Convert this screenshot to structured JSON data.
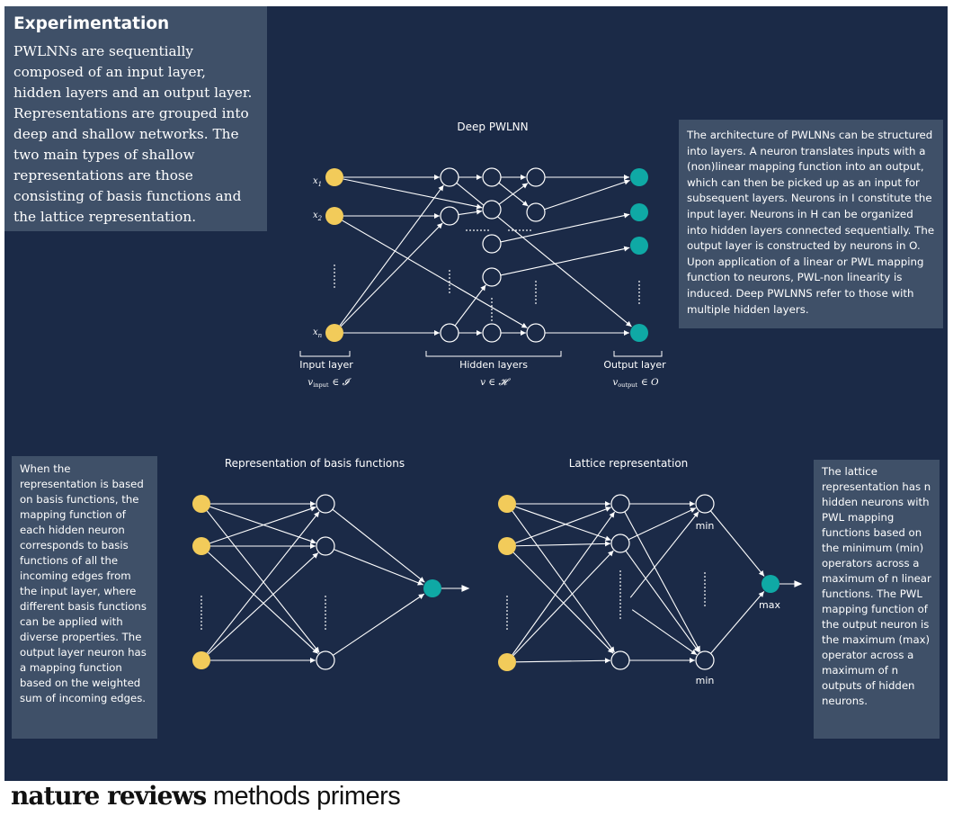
{
  "experimentation": {
    "title": "Experimentation",
    "body": "PWLNNs are sequentially composed of an input layer, hidden layers and an output layer. Representations are grouped into deep and shallow networks. The two main types of shallow representations are those consisting of basis functions and the lattice representation."
  },
  "deep": {
    "title": "Deep PWLNN",
    "inputs": [
      "x",
      "x",
      "x"
    ],
    "input_subs": [
      "1",
      "2",
      "n"
    ],
    "input_layer_label": "Input layer",
    "input_formula": "v",
    "input_formula_sub": "input",
    "input_formula_rest": "∈  𝓘",
    "hidden_layer_label": "Hidden layers",
    "hidden_formula": "v  ∈  𝓗",
    "output_layer_label": "Output layer",
    "output_formula": "v",
    "output_formula_sub": "output",
    "output_formula_rest": "∈  O"
  },
  "arch_text": "The architecture of PWLNNs can be structured into layers. A neuron translates inputs with a (non)linear mapping function into an output, which can then be picked up as an input for subsequent layers. Neurons in I constitute the input layer. Neurons in H can be organized into hidden layers connected sequentially. The output layer is constructed by neurons in O. Upon application of a linear or PWL mapping function to neurons, PWL-non linearity is induced. Deep PWLNNS refer to those with multiple hidden layers.",
  "basis": {
    "title": "Representation of basis functions",
    "text": "When the representation is based on basis functions, the mapping function of each hidden neuron corresponds to basis functions of all the incoming edges from the input layer, where different basis functions can be applied with diverse properties. The output layer neuron has a mapping function based on the weighted sum of incoming edges."
  },
  "lattice": {
    "title": "Lattice representation",
    "min_label": "min",
    "max_label": "max",
    "text": "The lattice representation has n hidden neurons with PWL mapping functions based on the minimum (min) operators across a maximum of n linear functions. The PWL mapping function of the output neuron is the maximum (max) operator across a maximum of n outputs of hidden neurons."
  },
  "logo": {
    "bold": "nature reviews",
    "light": " methods primers"
  },
  "colors": {
    "background": "#1b2a47",
    "textbox": "#3f5068",
    "input_node": "#f2cb5a",
    "output_node": "#0fa9a5",
    "edge": "#ffffff"
  }
}
